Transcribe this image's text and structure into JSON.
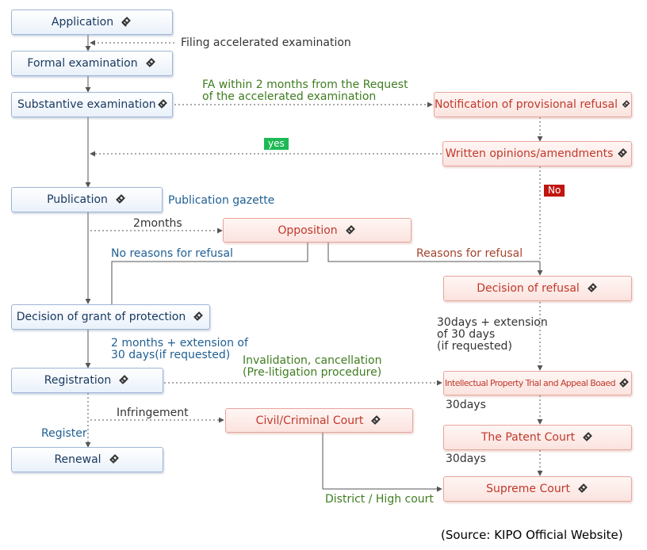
{
  "boxes": {
    "application": "Application",
    "formal_examination": "Formal examination",
    "substantive_examination": "Substantive examination",
    "publication": "Publication",
    "decision_grant": "Decision of grant of protection",
    "registration": "Registration",
    "renewal": "Renewal",
    "provisional_refusal": "Notification of provisional refusal",
    "written_opinions": "Written opinions/amendments",
    "opposition": "Opposition",
    "decision_refusal": "Decision of refusal",
    "trial_appeal_board": "Intellectual Property Trial and Appeal Boaed",
    "patent_court": "The Patent Court",
    "supreme_court": "Supreme Court",
    "civil_criminal_court": "Civil/Criminal Court"
  },
  "labels": {
    "filing_accelerated": "Filing accelerated examination",
    "fa_within_line1": "FA within 2 months from the Request",
    "fa_within_line2": "of the accelerated examination",
    "yes": "yes",
    "no": "No",
    "publication_gazette": "Publication gazette",
    "two_months": "2months",
    "no_reasons": "No reasons for refusal",
    "reasons": "Reasons for refusal",
    "extension_line1": "2 months + extension of",
    "extension_line2": "30 days(if requested)",
    "refusal_ext_line1": "30days + extension",
    "refusal_ext_line2": "of 30 days",
    "refusal_ext_line3": "(if requested)",
    "invalidation_line1": "Invalidation, cancellation",
    "invalidation_line2": "(Pre-litigation procedure)",
    "thirty_days_1": "30days",
    "thirty_days_2": "30days",
    "infringement": "Infringement",
    "register": "Register",
    "district_high_court": "District / High court",
    "source": "(Source: KIPO Official Website)"
  },
  "colors": {
    "blue_box_border": "#9db5d6",
    "red_box_border": "#e7a69d",
    "line": "#555555",
    "yes_badge": "#1db954",
    "no_badge": "#c0160f"
  },
  "icons": {
    "box_icon": "link-icon"
  }
}
